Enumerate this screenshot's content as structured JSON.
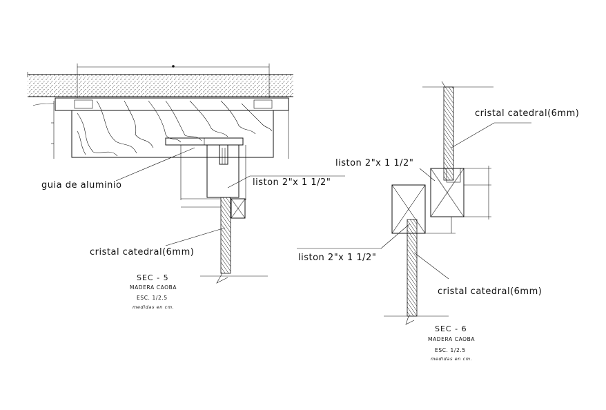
{
  "sec5": {
    "label_guia": "guia de aluminio",
    "label_liston": "liston 2\"x 1 1/2\"",
    "label_cristal": "cristal catedral(6mm)",
    "title": "SEC - 5",
    "material": "MADERA CAOBA",
    "scale": "ESC. 1/2.5",
    "units": "medidas en cm."
  },
  "sec6": {
    "label_cristal_top": "cristal catedral(6mm)",
    "label_liston_top": "liston 2\"x 1 1/2\"",
    "label_liston_bottom": "liston 2\"x 1 1/2\"",
    "label_cristal_bottom": "cristal catedral(6mm)",
    "title": "SEC - 6",
    "material": "MADERA CAOBA",
    "scale": "ESC. 1/2.5",
    "units": "medidas en cm."
  }
}
